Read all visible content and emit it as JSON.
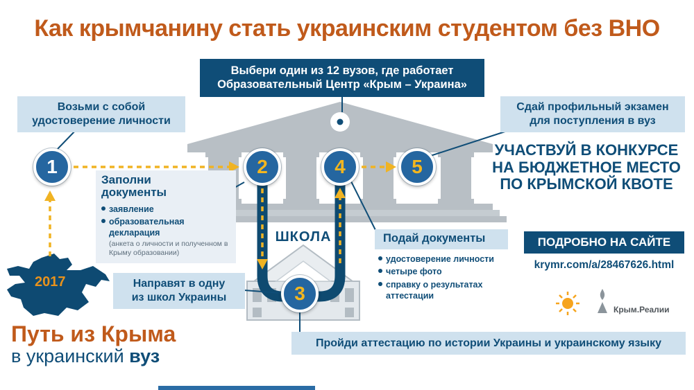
{
  "title": "Как крымчанину стать украинским студентом без ВНО",
  "choose_box": {
    "line1": "Выбери один из 12 вузов, где работает",
    "line2": "Образовательный Центр «Крым – Украина»"
  },
  "step1": {
    "number": "1",
    "line1": "Возьми с собой",
    "line2": "удостоверение личности"
  },
  "step2": {
    "number": "2",
    "heading": "Заполни документы",
    "bullet1": "заявление",
    "bullet2": "образовательная декларация",
    "note": "(анкета о личности и полученном в Крыму образовании)"
  },
  "step3": {
    "number": "3",
    "line1": "Направят в одну",
    "line2": "из школ Украины"
  },
  "step4": {
    "number": "4",
    "heading": "Подай документы",
    "bullet1": "удостоверение личности",
    "bullet2": "четыре фото",
    "bullet3": "справку о результатах аттестации"
  },
  "step5": {
    "number": "5",
    "line1": "Сдай профильный экзамен",
    "line2": "для поступления в вуз"
  },
  "contest": {
    "line1": "УЧАСТВУЙ В КОНКУРСЕ",
    "line2": "НА БЮДЖЕТНОЕ МЕСТО",
    "line3": "ПО КРЫМСКОЙ КВОТЕ"
  },
  "school_label": "ШКОЛА",
  "attestation": "Пройди аттестацию по истории Украины и украинскому языку",
  "site": {
    "label": "ПОДРОБНО НА САЙТЕ",
    "url": "krymr.com/a/28467626.html"
  },
  "footer": {
    "line1": "Путь из Крыма",
    "line2_prefix": "в украинский ",
    "line2_bold": "вуз"
  },
  "map_year": "2017",
  "logo_text": "Крым.Реалии",
  "colors": {
    "orange": "#c05a1b",
    "navy": "#0f4d77",
    "light_blue": "#cfe1ee",
    "gold": "#f0b323"
  }
}
